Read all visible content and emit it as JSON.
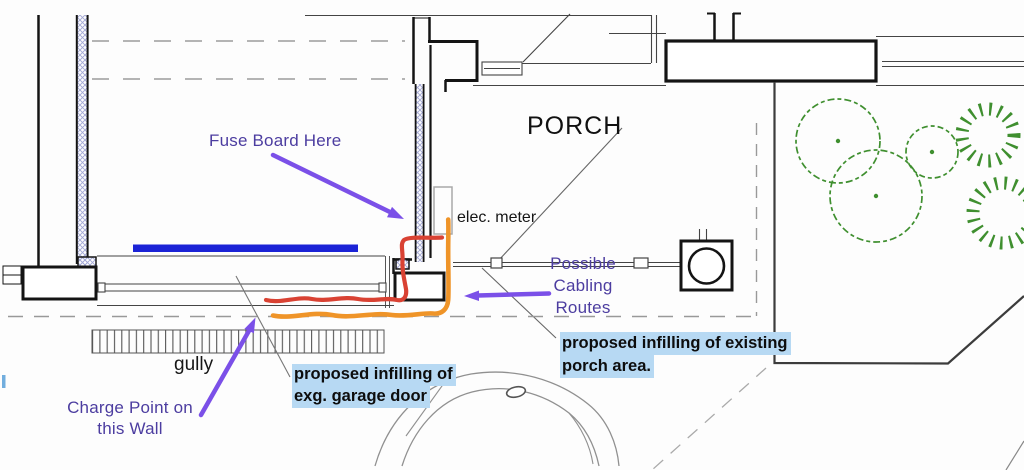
{
  "drawing": {
    "room_label": "PORCH",
    "labels": {
      "fuse_board": "Fuse Board Here",
      "elec_meter": "elec. meter",
      "possible_cabling": [
        "Possible",
        "Cabling",
        "Routes"
      ],
      "gully": "gully",
      "charge_point": [
        "Charge Point on",
        "this Wall"
      ],
      "infill_garage": [
        "proposed infilling of",
        "exg. garage door"
      ],
      "infill_porch": [
        "proposed infilling of existing",
        "porch area."
      ]
    },
    "colors": {
      "annotation_purple": "#4c3da0",
      "arrow_purple": "#7b50e8",
      "cable_red": "#d94233",
      "cable_orange": "#ef9428",
      "garage_door_blue": "#1b23d6",
      "highlight_blue": "#b7d9f3",
      "tree_green": "#3f8f2f",
      "wall_black": "#141414"
    }
  }
}
